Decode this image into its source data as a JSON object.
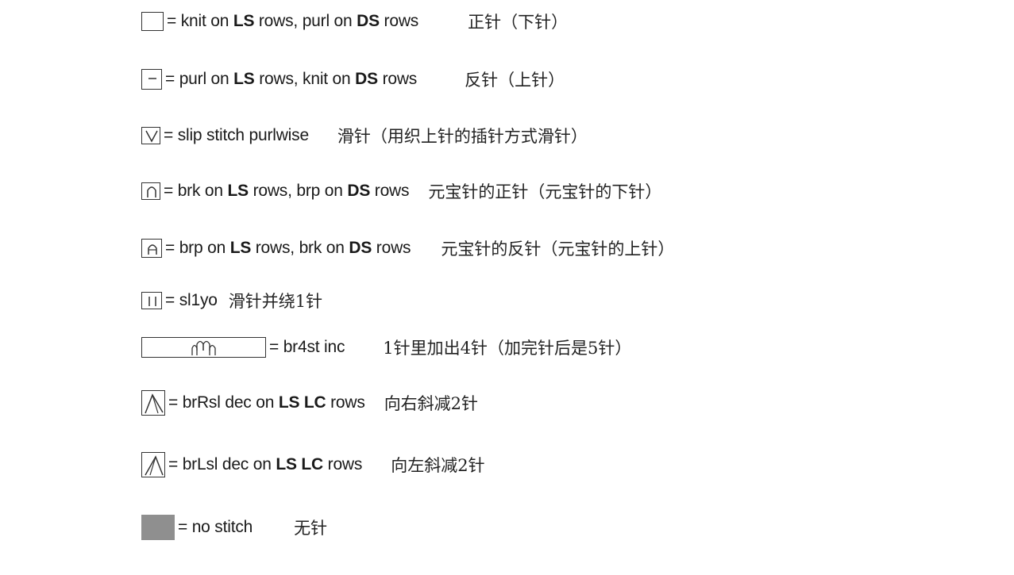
{
  "rows": [
    {
      "symbol_icon": "empty-square-icon",
      "en": [
        {
          "t": "= knit on "
        },
        {
          "t": "LS",
          "b": true
        },
        {
          "t": " rows, purl on "
        },
        {
          "t": "DS",
          "b": true
        },
        {
          "t": " rows"
        }
      ],
      "zh": "正针（下针）"
    },
    {
      "symbol_icon": "dash-square-icon",
      "en": [
        {
          "t": "= purl on "
        },
        {
          "t": "LS",
          "b": true
        },
        {
          "t": " rows, knit on "
        },
        {
          "t": "DS",
          "b": true
        },
        {
          "t": " rows"
        }
      ],
      "zh": "反针（上针）"
    },
    {
      "symbol_icon": "v-square-icon",
      "en": [
        {
          "t": "= slip stitch purlwise"
        }
      ],
      "zh": "滑针（用织上针的插针方式滑针）"
    },
    {
      "symbol_icon": "arch-square-icon",
      "en": [
        {
          "t": "= brk on "
        },
        {
          "t": "LS",
          "b": true
        },
        {
          "t": " rows, brp on "
        },
        {
          "t": "DS",
          "b": true
        },
        {
          "t": " rows"
        }
      ],
      "zh": "元宝针的正针（元宝针的下针）"
    },
    {
      "symbol_icon": "arch-bar-square-icon",
      "en": [
        {
          "t": "= brp on "
        },
        {
          "t": "LS",
          "b": true
        },
        {
          "t": " rows, brk on "
        },
        {
          "t": "DS",
          "b": true
        },
        {
          "t": " rows"
        }
      ],
      "zh": "元宝针的反针（元宝针的上针）"
    },
    {
      "symbol_icon": "double-bar-square-icon",
      "en": [
        {
          "t": "= sl1yo"
        }
      ],
      "zh": "滑针并绕1针"
    },
    {
      "symbol_icon": "br4st-inc-icon",
      "en": [
        {
          "t": "= br4st inc"
        }
      ],
      "zh": "1针里加出4针（加完针后是5针）"
    },
    {
      "symbol_icon": "right-slant-dec-icon",
      "en": [
        {
          "t": "= brRsl dec on "
        },
        {
          "t": "LS LC",
          "b": true
        },
        {
          "t": " rows"
        }
      ],
      "zh": "向右斜减2针"
    },
    {
      "symbol_icon": "left-slant-dec-icon",
      "en": [
        {
          "t": "= brLsl dec on "
        },
        {
          "t": "LS LC",
          "b": true
        },
        {
          "t": " rows"
        }
      ],
      "zh": "向左斜减2针"
    },
    {
      "symbol_icon": "grey-square-icon",
      "en": [
        {
          "t": "= no stitch"
        }
      ],
      "zh": "无针"
    }
  ],
  "colors": {
    "no_stitch_fill": "#8f8f8f",
    "text": "#1a1a1a"
  }
}
